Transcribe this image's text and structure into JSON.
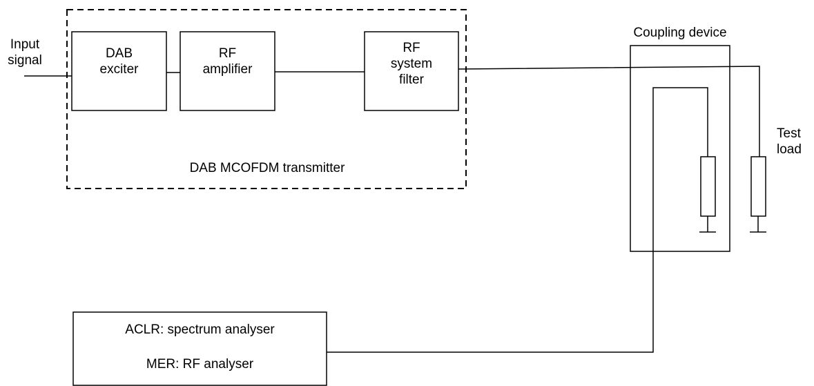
{
  "input": {
    "line1": "Input",
    "line2": "signal"
  },
  "transmitter": {
    "label": "DAB MCOFDM transmitter"
  },
  "blocks": {
    "exciter": {
      "line1": "DAB",
      "line2": "exciter"
    },
    "amplifier": {
      "line1": "RF",
      "line2": "amplifier"
    },
    "filter": {
      "line1": "RF",
      "line2": "system",
      "line3": "filter"
    }
  },
  "coupling": {
    "label": "Coupling device"
  },
  "test_load": {
    "line1": "Test",
    "line2": "load"
  },
  "analyser": {
    "line1": "ACLR: spectrum analyser",
    "line2": "MER: RF analyser"
  },
  "colors": {
    "stroke": "#000000",
    "background": "#ffffff"
  }
}
